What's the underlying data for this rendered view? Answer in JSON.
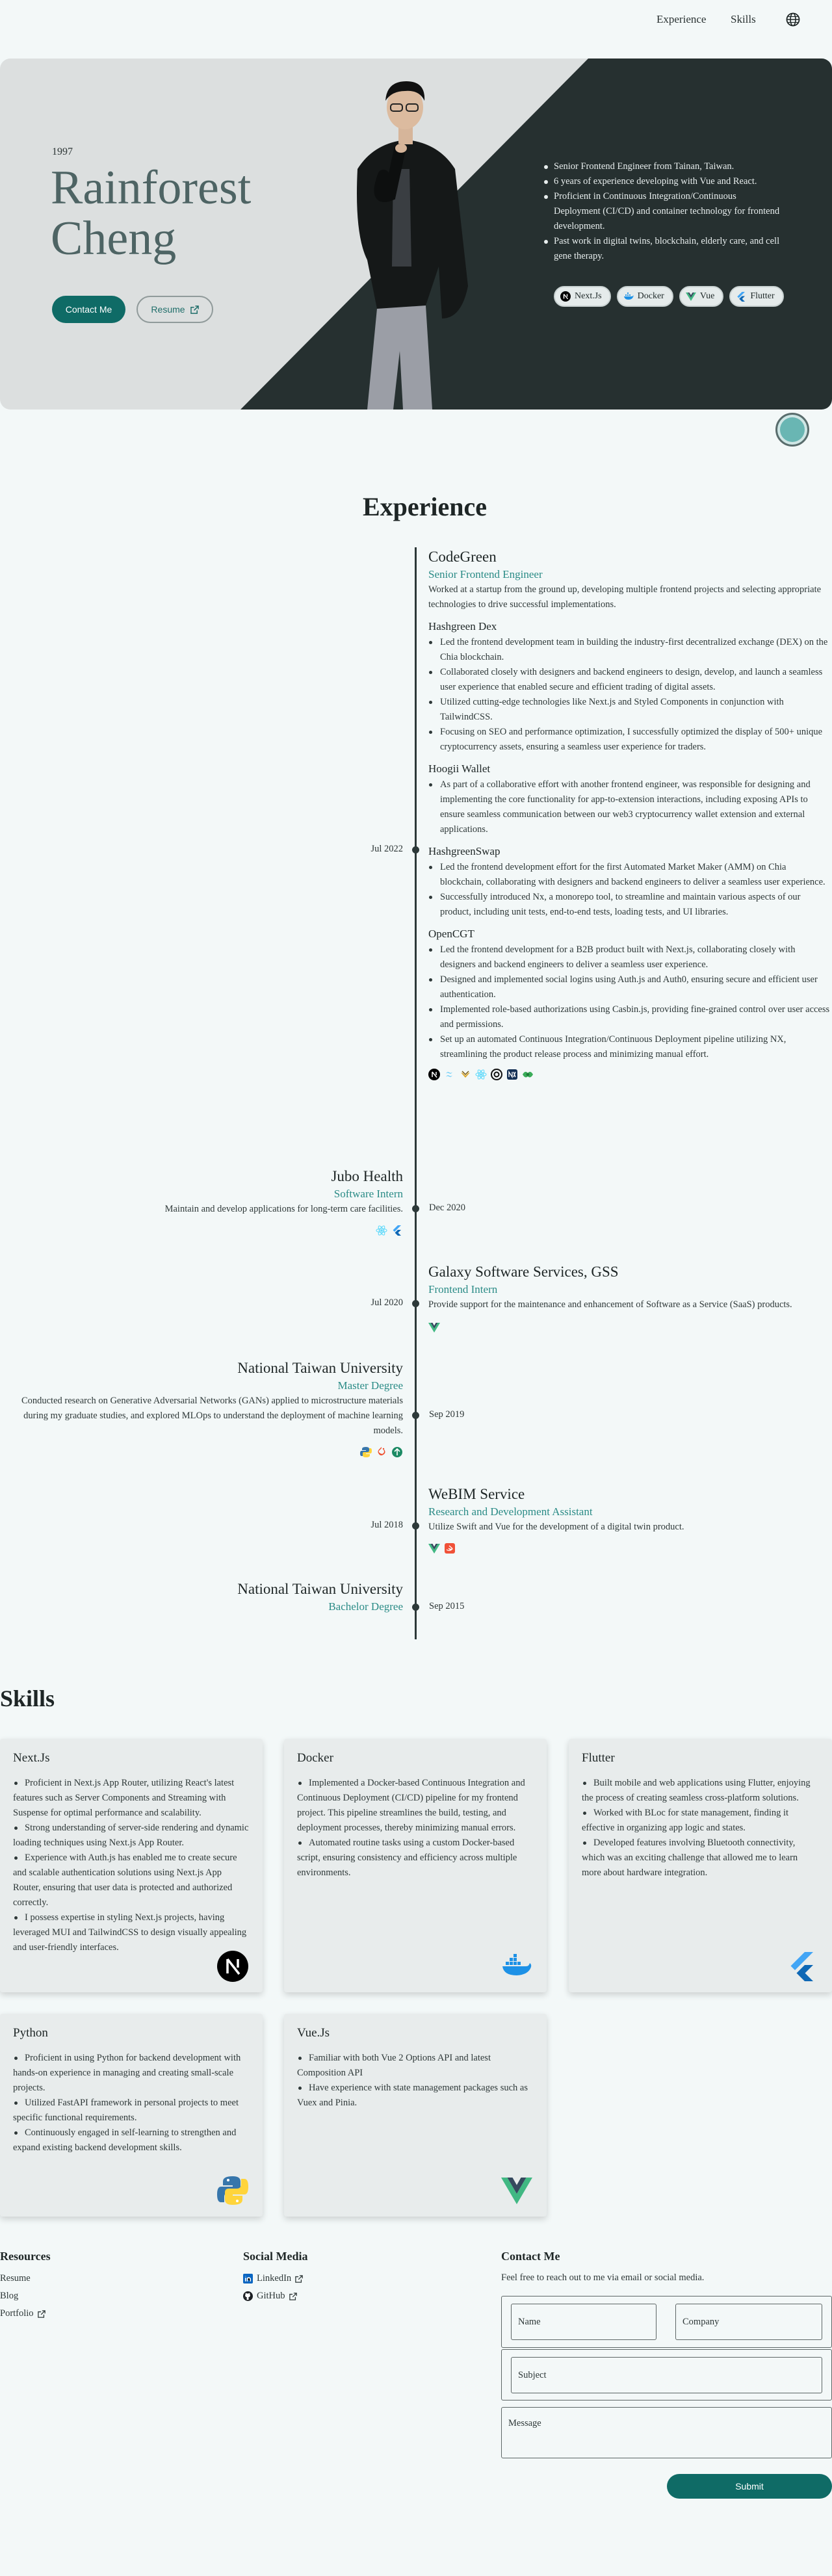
{
  "nav": {
    "experience": "Experience",
    "skills": "Skills"
  },
  "hero": {
    "year": "1997",
    "name_line1": "Rainforest",
    "name_line2": "Cheng",
    "contact_btn": "Contact Me",
    "resume_btn": "Resume",
    "points": [
      "Senior Frontend Engineer from Tainan, Taiwan.",
      "6 years of experience developing with Vue and React.",
      "Proficient in Continuous Integration/Continuous Deployment (CI/CD) and container technology for frontend development.",
      "Past work in digital twins, blockchain, elderly care, and cell gene therapy."
    ],
    "chips": [
      "Next.Js",
      "Docker",
      "Vue",
      "Flutter"
    ]
  },
  "experience": {
    "title": "Experience",
    "entries": [
      {
        "company": "CodeGreen",
        "role": "Senior Frontend Engineer",
        "date": "Jul 2022",
        "summary": "Worked at a startup from the ground up, developing multiple frontend projects and selecting appropriate technologies to drive successful implementations.",
        "projects": [
          {
            "name": "Hashgreen Dex",
            "items": [
              "Led the frontend development team in building the industry-first decentralized exchange (DEX) on the Chia blockchain.",
              "Collaborated closely with designers and backend engineers to design, develop, and launch a seamless user experience that enabled secure and efficient trading of digital assets.",
              "Utilized cutting-edge technologies like Next.js and Styled Components in conjunction with TailwindCSS.",
              "Focusing on SEO and performance optimization, I successfully optimized the display of 500+ unique cryptocurrency assets, ensuring a seamless user experience for traders."
            ]
          },
          {
            "name": "Hoogii Wallet",
            "items": [
              "As part of a collaborative effort with another frontend engineer, was responsible for designing and implementing the core functionality for app-to-extension interactions, including exposing APIs to ensure seamless communication between our web3 cryptocurrency wallet extension and external applications."
            ]
          },
          {
            "name": "HashgreenSwap",
            "items": [
              "Led the frontend development effort for the first Automated Market Maker (AMM) on Chia blockchain, collaborating with designers and backend engineers to deliver a seamless user experience.",
              "Successfully introduced Nx, a monorepo tool, to streamline and maintain various aspects of our product, including unit tests, end-to-end tests, loading tests, and UI libraries."
            ]
          },
          {
            "name": "OpenCGT",
            "items": [
              "Led the frontend development for a B2B product built with Next.js, collaborating closely with designers and backend engineers to deliver a seamless user experience.",
              "Designed and implemented social logins using Auth.js and Auth0, ensuring secure and efficient user authentication.",
              "Implemented role-based authorizations using Casbin.js, providing fine-grained control over user access and permissions.",
              "Set up an automated Continuous Integration/Continuous Deployment pipeline utilizing NX, streamlining the product release process and minimizing manual effort."
            ]
          }
        ]
      },
      {
        "company": "Jubo Health",
        "role": "Software Intern",
        "date": "Dec 2020",
        "summary": "Maintain and develop applications for long-term care facilities."
      },
      {
        "company": "Galaxy Software Services, GSS",
        "role": "Frontend Intern",
        "date": "Jul 2020",
        "summary": "Provide support for the maintenance and enhancement of Software as a Service (SaaS) products."
      },
      {
        "company": "National Taiwan University",
        "role": "Master Degree",
        "date": "Sep 2019",
        "summary": "Conducted research on Generative Adversarial Networks (GANs) applied to microstructure materials during my graduate studies, and explored MLOps to understand the deployment of machine learning models."
      },
      {
        "company": "WeBIM Service",
        "role": "Research and Development Assistant",
        "date": "Jul 2018",
        "summary": "Utilize Swift and Vue for the development of a digital twin product."
      },
      {
        "company": "National Taiwan University",
        "role": "Bachelor Degree",
        "date": "Sep 2015",
        "summary": ""
      }
    ]
  },
  "skills": {
    "title": "Skills",
    "cards": [
      {
        "name": "Next.Js",
        "icon": "nextjs-icon",
        "items": [
          "Proficient in Next.js App Router, utilizing React's latest features such as Server Components and Streaming with Suspense for optimal performance and scalability.",
          "Strong understanding of server-side rendering and dynamic loading techniques using Next.js App Router.",
          "Experience with Auth.js has enabled me to create secure and scalable authentication solutions using Next.js App Router, ensuring that user data is protected and authorized correctly.",
          "I possess expertise in styling Next.js projects, having leveraged MUI and TailwindCSS to design visually appealing and user-friendly interfaces."
        ]
      },
      {
        "name": "Docker",
        "icon": "docker-icon",
        "items": [
          "Implemented a Docker-based Continuous Integration and Continuous Deployment (CI/CD) pipeline for my frontend project. This pipeline streamlines the build, testing, and deployment processes, thereby minimizing manual errors.",
          "Automated routine tasks using a custom Docker-based script, ensuring consistency and efficiency across multiple environments."
        ]
      },
      {
        "name": "Flutter",
        "icon": "flutter-icon",
        "items": [
          "Built mobile and web applications using Flutter, enjoying the process of creating seamless cross-platform solutions.",
          "Worked with BLoc for state management, finding it effective in organizing app logic and states.",
          "Developed features involving Bluetooth connectivity, which was an exciting challenge that allowed me to learn more about hardware integration."
        ]
      },
      {
        "name": "Python",
        "icon": "python-icon",
        "items": [
          "Proficient in using Python for backend development with hands-on experience in managing and creating small-scale projects.",
          "Utilized FastAPI framework in personal projects to meet specific functional requirements.",
          "Continuously engaged in self-learning to strengthen and expand existing backend development skills."
        ]
      },
      {
        "name": "Vue.Js",
        "icon": "vue-icon",
        "items": [
          "Familiar with both Vue 2 Options API and latest Composition API",
          "Have experience with state management packages such as Vuex and Pinia."
        ]
      }
    ]
  },
  "footer": {
    "resources_title": "Resources",
    "resources": [
      "Resume",
      "Blog",
      "Portfolio"
    ],
    "social_title": "Social Media",
    "social": [
      "LinkedIn",
      "GitHub"
    ],
    "contact_title": "Contact Me",
    "contact_text": "Feel free to reach out to me via email or social media.",
    "form": {
      "name": "Name",
      "company": "Company",
      "subject": "Subject",
      "message": "Message",
      "submit": "Submit"
    }
  },
  "colors": {
    "accent": "#0f6b66",
    "teal_text": "#2a8b86",
    "hero_dark": "#263030",
    "background": "#f3f8f8"
  }
}
